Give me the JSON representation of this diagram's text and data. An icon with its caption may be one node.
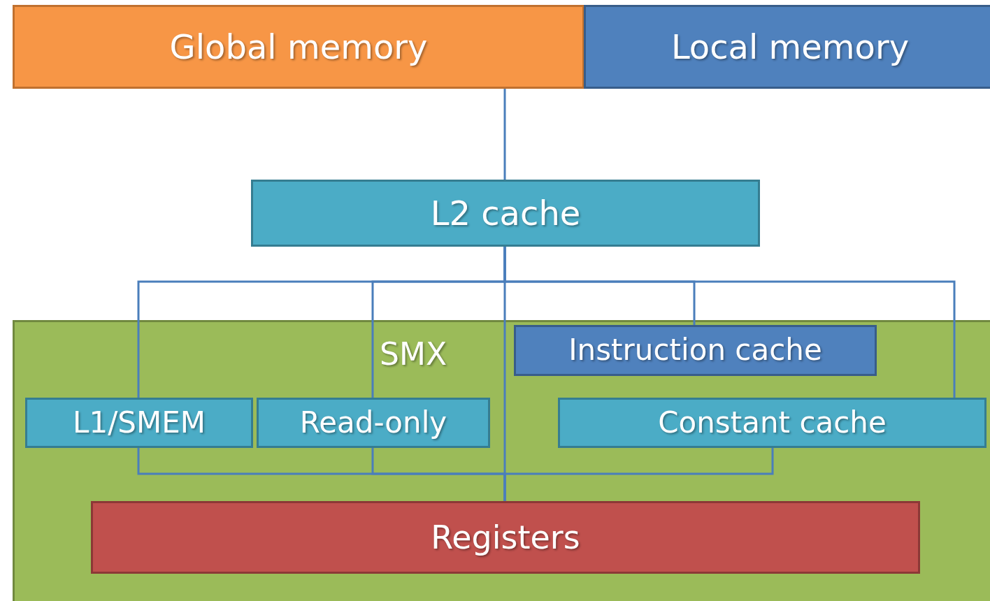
{
  "diagram": {
    "nodes": [
      {
        "text": [
          "Global memory"
        ]
      },
      {
        "text": [
          "Local memory"
        ]
      },
      {
        "text": [
          "L2 cache"
        ]
      },
      {
        "text": [
          "SMX"
        ]
      },
      {
        "text": [
          "Instruction cache"
        ],
        "in": 3
      },
      {
        "text": [
          "L1/SMEM"
        ],
        "in": 3
      },
      {
        "text": [
          "Read-only"
        ],
        "in": 3
      },
      {
        "text": [
          "Constant cache"
        ],
        "in": 3
      },
      {
        "text": [
          "Registers"
        ],
        "in": 3
      }
    ],
    "edges": [
      {
        "from": 0,
        "to": 2,
        "arrow": "none"
      },
      {
        "from": 2,
        "to": 5,
        "arrow": "none"
      },
      {
        "from": 2,
        "to": 6,
        "arrow": "none"
      },
      {
        "from": 2,
        "to": 4,
        "arrow": "none"
      },
      {
        "from": 2,
        "to": 7,
        "arrow": "none"
      },
      {
        "from": 2,
        "to": 8,
        "arrow": "none"
      },
      {
        "from": 5,
        "to": 8,
        "arrow": "none"
      },
      {
        "from": 6,
        "to": 8,
        "arrow": "none"
      },
      {
        "from": 7,
        "to": 8,
        "arrow": "none"
      }
    ]
  }
}
